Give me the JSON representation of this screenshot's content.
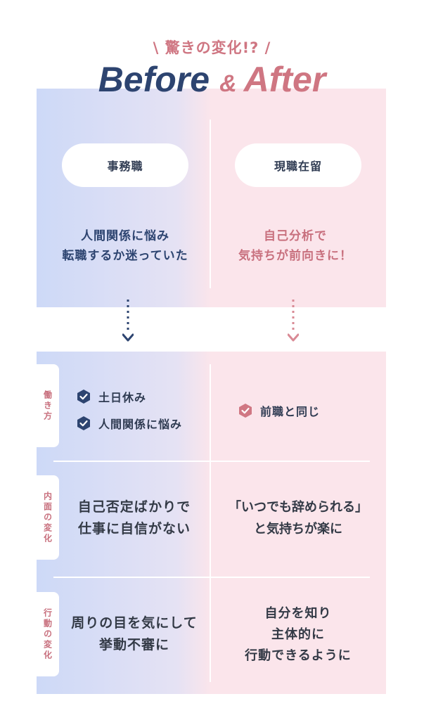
{
  "header": {
    "subtitle": "\\ 驚きの変化!? /",
    "title_before": "Before",
    "title_amp": "&",
    "title_after": "After"
  },
  "top": {
    "before_pill": "事務職",
    "after_pill": "現職在留",
    "before_line1": "人間関係に悩み",
    "before_line2": "転職するか迷っていた",
    "after_line1": "自己分析で",
    "after_line2": "気持ちが前向きに！"
  },
  "rows": {
    "work": {
      "label": "働き方",
      "before_items": [
        "土日休み",
        "人間関係に悩み"
      ],
      "after_items": [
        "前職と同じ"
      ]
    },
    "inner": {
      "label": "内面の変化",
      "before_line1": "自己否定ばかりで",
      "before_line2": "仕事に自信がない",
      "after_line1": "「いつでも辞められる」",
      "after_line2": "と気持ちが楽に"
    },
    "action": {
      "label": "行動の変化",
      "before_line1": "周りの目を気にして",
      "before_line2": "挙動不審に",
      "after_line1": "自分を知り",
      "after_line2": "主体的に",
      "after_line3": "行動できるように"
    }
  },
  "colors": {
    "navy": "#2d4470",
    "rose": "#cf7682",
    "blue_bg": "#cdd9f7",
    "pink_bg": "#fbe5eb"
  },
  "icons": {
    "check_before": "check-badge-icon",
    "check_after": "check-badge-icon",
    "arrow_before": "dotted-arrow-down-icon",
    "arrow_after": "dotted-arrow-down-icon"
  }
}
